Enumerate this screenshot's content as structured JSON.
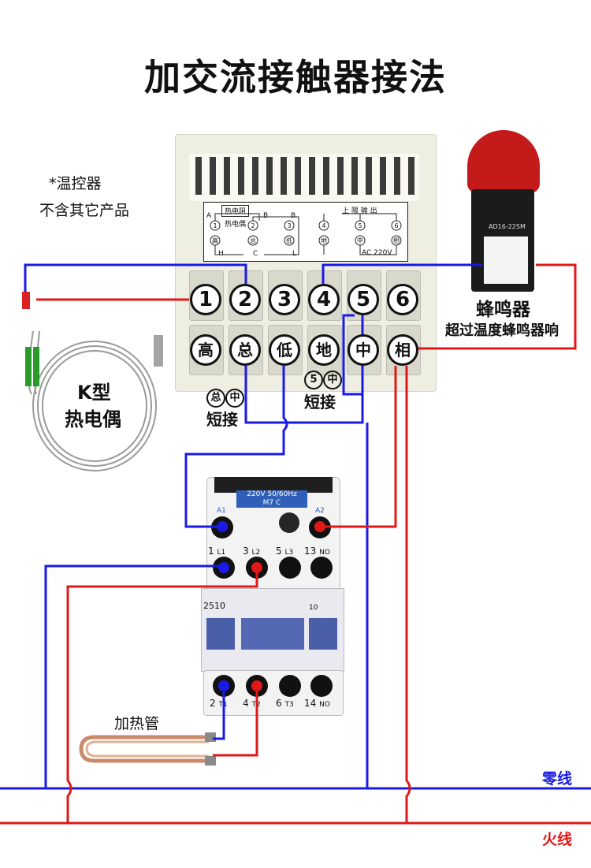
{
  "title": "加交流接触器接法",
  "note": {
    "line1": "*温控器",
    "line2": "不含其它产品"
  },
  "thermocouple": {
    "line1": "K型",
    "line2": "热电偶"
  },
  "buzzer": {
    "name": "蜂鸣器",
    "desc": "超过温度蜂鸣器响",
    "model": "AD16-22SM"
  },
  "controller": {
    "top_terminals": [
      "1",
      "2",
      "3",
      "4",
      "5",
      "6"
    ],
    "bottom_terminals": [
      "高",
      "总",
      "低",
      "地",
      "中",
      "相"
    ],
    "panel": {
      "heat_res": "热电阻",
      "thermo": "热电偶",
      "upper_output": "上 限 输 出",
      "ac": "AC 220V",
      "letters": [
        "A",
        "B",
        "B",
        "H",
        "C",
        "L"
      ],
      "nums": [
        "1",
        "2",
        "3",
        "4",
        "5",
        "6"
      ],
      "cns": [
        "高",
        "总",
        "低",
        "地",
        "中",
        "相"
      ]
    }
  },
  "shorts": {
    "left": {
      "a": "总",
      "b": "中",
      "text": "短接"
    },
    "right": {
      "a": "5",
      "b": "中",
      "text": "短接"
    }
  },
  "contactor": {
    "coil_label": "220V  50/60Hz",
    "coil_label2": "M7       C",
    "a1": "A1",
    "a2": "A2",
    "top_terms": [
      {
        "n": "1",
        "l": "L1"
      },
      {
        "n": "3",
        "l": "L2"
      },
      {
        "n": "5",
        "l": "L3"
      },
      {
        "n": "13",
        "l": "NO"
      }
    ],
    "bottom_terms": [
      {
        "n": "2",
        "l": "T1"
      },
      {
        "n": "4",
        "l": "T2"
      },
      {
        "n": "6",
        "l": "T3"
      },
      {
        "n": "14",
        "l": "NO"
      }
    ],
    "model_left": "2510",
    "model_right": "10"
  },
  "heater": "加热管",
  "neutral": "零线",
  "live": "火线",
  "colors": {
    "blue": "#1a1ae6",
    "red": "#e01818",
    "neutral_text": "#1a1ae6",
    "live_text": "#e01818"
  }
}
